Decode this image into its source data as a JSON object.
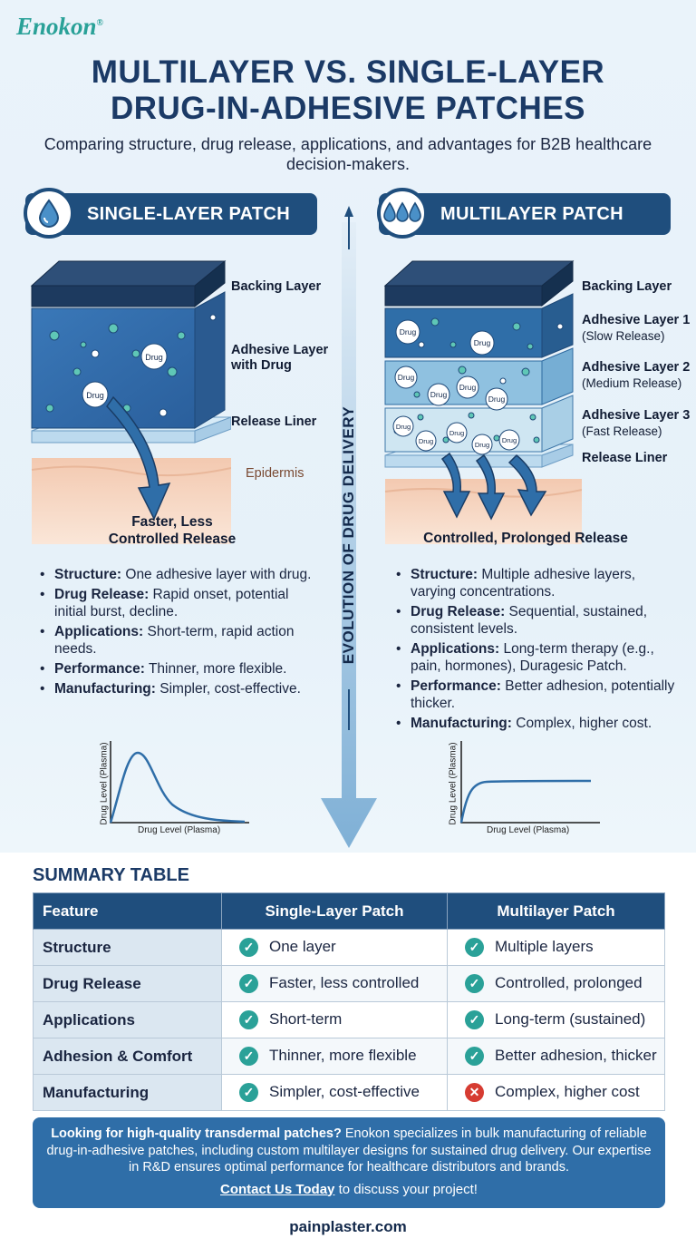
{
  "logo": "Enokon",
  "logo_mark": "®",
  "title_line1": "MULTILAYER VS. SINGLE-LAYER",
  "title_line2": "DRUG-IN-ADHESIVE PATCHES",
  "subtitle": "Comparing structure, drug release, applications, and advantages for B2B healthcare decision-makers.",
  "vertical_label": "EVOLUTION OF DRUG DELIVERY",
  "drug_word": "Drug",
  "single": {
    "heading": "SINGLE-LAYER PATCH",
    "labels": {
      "backing": "Backing Layer",
      "adhesive1": "Adhesive Layer",
      "adhesive2": "with Drug",
      "liner": "Release Liner",
      "epidermis": "Epidermis"
    },
    "caption_line1": "Faster, Less",
    "caption_line2": "Controlled Release",
    "bullets": [
      {
        "label": "Structure:",
        "text": " One adhesive layer with drug."
      },
      {
        "label": "Drug Release:",
        "text": " Rapid onset, potential initial burst, decline."
      },
      {
        "label": "Applications:",
        "text": " Short-term, rapid action needs."
      },
      {
        "label": "Performance:",
        "text": " Thinner, more flexible."
      },
      {
        "label": "Manufacturing:",
        "text": " Simpler, cost-effective."
      }
    ],
    "chart_ylabel": "Drug Level (Plasma)",
    "chart_xlabel": "Drug Level (Plasma)"
  },
  "multi": {
    "heading": "MULTILAYER PATCH",
    "labels": {
      "backing": "Backing Layer",
      "layer1": "Adhesive Layer 1",
      "layer1_sub": "(Slow Release)",
      "layer2": "Adhesive Layer 2",
      "layer2_sub": "(Medium Release)",
      "layer3": "Adhesive Layer 3",
      "layer3_sub": "(Fast Release)",
      "liner": "Release Liner"
    },
    "caption": "Controlled, Prolonged Release",
    "bullets": [
      {
        "label": "Structure:",
        "text": " Multiple adhesive layers, varying concentrations."
      },
      {
        "label": "Drug Release:",
        "text": " Sequential, sustained, consistent levels."
      },
      {
        "label": "Applications:",
        "text": " Long-term therapy (e.g., pain, hormones), Duragesic Patch."
      },
      {
        "label": "Performance:",
        "text": " Better adhesion, potentially thicker."
      },
      {
        "label": "Manufacturing:",
        "text": " Complex, higher cost."
      }
    ],
    "chart_ylabel": "Drug Level (Plasma)",
    "chart_xlabel": "Drug Level (Plasma)"
  },
  "summary": {
    "title": "SUMMARY TABLE",
    "headers": [
      "Feature",
      "Single-Layer Patch",
      "Multilayer Patch"
    ],
    "rows": [
      {
        "feature": "Structure",
        "single": "One layer",
        "single_ok": true,
        "multi": "Multiple layers",
        "multi_ok": true
      },
      {
        "feature": "Drug Release",
        "single": "Faster, less controlled",
        "single_ok": true,
        "multi": "Controlled, prolonged",
        "multi_ok": true
      },
      {
        "feature": "Applications",
        "single": "Short-term",
        "single_ok": true,
        "multi": "Long-term (sustained)",
        "multi_ok": true
      },
      {
        "feature": "Adhesion & Comfort",
        "single": "Thinner, more flexible",
        "single_ok": true,
        "multi": "Better adhesion, thicker",
        "multi_ok": true
      },
      {
        "feature": "Manufacturing",
        "single": "Simpler, cost-effective",
        "single_ok": true,
        "multi": "Complex, higher cost",
        "multi_ok": false
      }
    ]
  },
  "cta": {
    "bold": "Looking for high-quality transdermal patches?",
    "text": " Enokon specializes in bulk manufacturing of reliable drug-in-adhesive patches, including custom multilayer designs for sustained drug delivery. Our expertise in R&D ensures optimal performance for healthcare distributors and brands.",
    "link": "Contact Us Today",
    "link_tail": " to discuss your project!"
  },
  "footer": "painplaster.com",
  "colors": {
    "navy": "#1f4e7d",
    "teal": "#2aa198",
    "red": "#d63c32",
    "skin": "#f6d9c6"
  }
}
